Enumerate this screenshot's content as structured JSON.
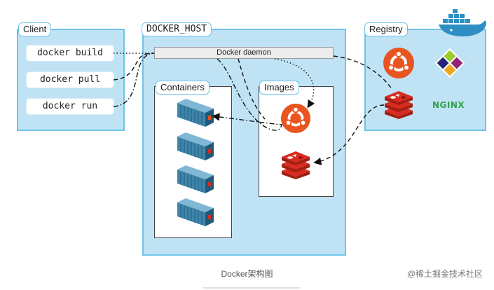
{
  "client": {
    "title": "Client",
    "commands": [
      "docker build",
      "docker pull",
      "docker run"
    ]
  },
  "docker_host": {
    "title": "DOCKER_HOST",
    "daemon": "Docker daemon",
    "containers_title": "Containers",
    "images_title": "Images"
  },
  "registry": {
    "title": "Registry",
    "nginx_label": "NGINX"
  },
  "caption": "Docker架构图",
  "watermark": "@稀土掘金技术社区",
  "colors": {
    "panel_fill": "#bfe3f5",
    "panel_border": "#6cc4e8",
    "ubuntu": "#e95420",
    "redis": "#c6302b",
    "nginx": "#2ea24a",
    "container": "#2f6f8e"
  }
}
